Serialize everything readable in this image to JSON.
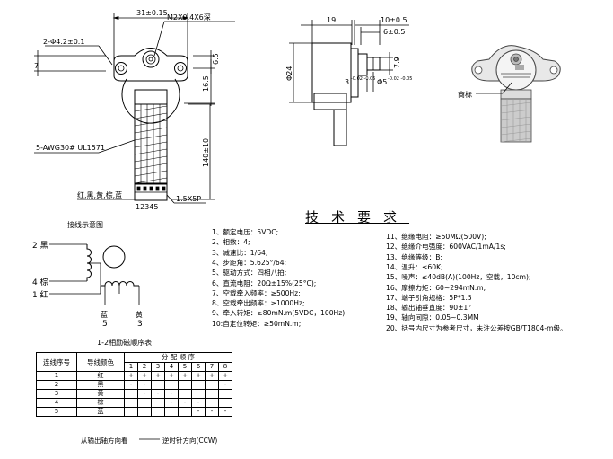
{
  "dims": {
    "d_31": "31±0.15",
    "d_m2": "M2X0.4X6深",
    "d_hole": "2-Φ4.2±0.1",
    "d_7": "7",
    "d_65": "6.5",
    "d_165": "16.5",
    "d_lead": "5-AWG30# UL1571",
    "d_140": "140±10",
    "d_wires": "红,黑,黄,棕,蓝",
    "d_pins": "12345",
    "d_conn": "1.5X5P",
    "d_19": "19",
    "d_10": "10±0.5",
    "d_6": "6±0.5",
    "d_24": "Φ24",
    "d_3": "3",
    "d_3tol": "-0.02 -0.05",
    "d_5": "Φ5",
    "d_5tol": "-0.02 -0.05",
    "d_9": "7.9",
    "brand_label": "商标"
  },
  "wiring": {
    "title": "接线示意图",
    "w2": "2 黑",
    "w4": "4 棕",
    "w1": "1 红",
    "w5_name": "蓝",
    "w5_num": "5",
    "w3_name": "黄",
    "w3_num": "3",
    "caption": "1-2相励磁顺序表"
  },
  "spec_title": "技术要求",
  "specs_left": [
    "1、额定电压：5VDC;",
    "2、相数：4;",
    "3、减速比：1/64;",
    "4、步距角：5.625°/64;",
    "5、驱动方式：四相八拍;",
    "6、直流电阻：20Ω±15%(25°C);",
    "7、空载牵入频率：≥500Hz;",
    "8、空载牵出频率：≥1000Hz;",
    "9、牵入转矩：≥80mN.m(5VDC，100Hz)",
    "10:自定位转矩：≥50mN.m;"
  ],
  "specs_right": [
    "11、绝缘电阻：≥50MΩ(500V);",
    "12、绝缘介电强度：600VAC/1mA/1s;",
    "13、绝缘等级：B;",
    "14、温升：≤60K;",
    "15、噪声：≤40dB(A)(100Hz，空载，10cm);",
    "16、摩擦力矩：60~294mN.m;",
    "17、端子引角规格：5P*1.5",
    "18、输出轴垂直度：90±1°",
    "19、轴向间隙：0.05~0.3MM",
    "20、括号内尺寸为参考尺寸，未注公差按GB/T1804-m级。"
  ],
  "table": {
    "col_seq": "连线序号",
    "col_color": "导线颜色",
    "col_dist": "分 配 顺 序",
    "steps": [
      "1",
      "2",
      "3",
      "4",
      "5",
      "6",
      "7",
      "8"
    ],
    "rows": [
      {
        "n": "1",
        "color": "红",
        "cells": [
          "+",
          "+",
          "+",
          "+",
          "+",
          "+",
          "+",
          "+"
        ]
      },
      {
        "n": "2",
        "color": "黑",
        "cells": [
          "-",
          "-",
          "",
          "",
          "",
          "",
          "",
          "-"
        ]
      },
      {
        "n": "3",
        "color": "黄",
        "cells": [
          "",
          "-",
          "-",
          "-",
          "",
          "",
          "",
          ""
        ]
      },
      {
        "n": "4",
        "color": "棕",
        "cells": [
          "",
          "",
          "",
          "-",
          "-",
          "-",
          "",
          ""
        ]
      },
      {
        "n": "5",
        "color": "蓝",
        "cells": [
          "",
          "",
          "",
          "",
          "",
          "-",
          "-",
          "-"
        ]
      }
    ],
    "footer_left": "从输出轴方向看",
    "footer_right": "逆时针方向(CCW)"
  },
  "icons": [
    "stepper-motor-front-view",
    "stepper-motor-side-view",
    "stepper-motor-photo",
    "winding-coil-schematic"
  ]
}
